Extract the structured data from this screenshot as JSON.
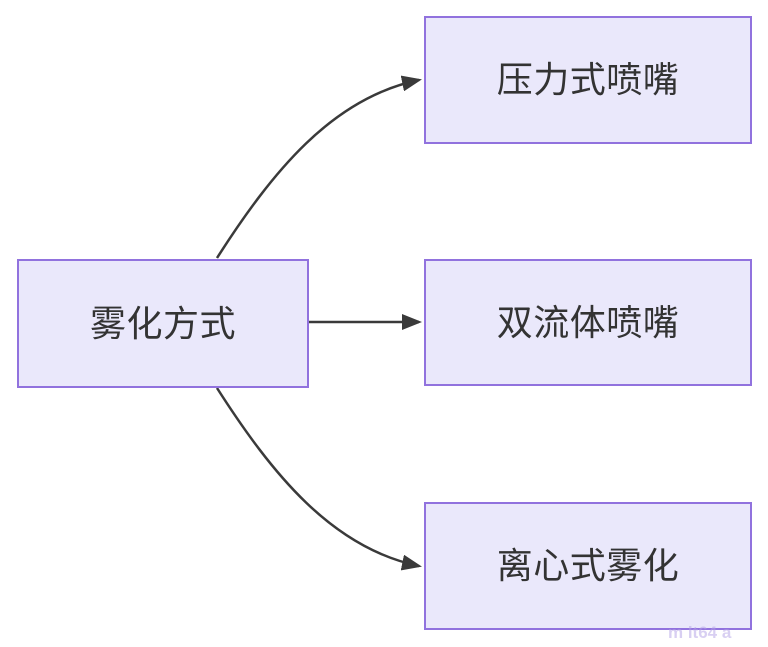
{
  "diagram": {
    "root": {
      "label": "雾化方式"
    },
    "children": [
      {
        "label": "压力式喷嘴"
      },
      {
        "label": "双流体喷嘴"
      },
      {
        "label": "离心式雾化"
      }
    ],
    "edges": [
      {
        "from": "雾化方式",
        "to": "压力式喷嘴"
      },
      {
        "from": "雾化方式",
        "to": "双流体喷嘴"
      },
      {
        "from": "雾化方式",
        "to": "离心式雾化"
      }
    ],
    "watermark_fragment": "m lt64 a",
    "colors": {
      "background": "#ffffff",
      "node_fill": "#eae8fb",
      "node_border": "#9172de",
      "node_text": "#333333",
      "arrow": "#3a3a3a",
      "watermark": "#b3a1e6"
    }
  }
}
